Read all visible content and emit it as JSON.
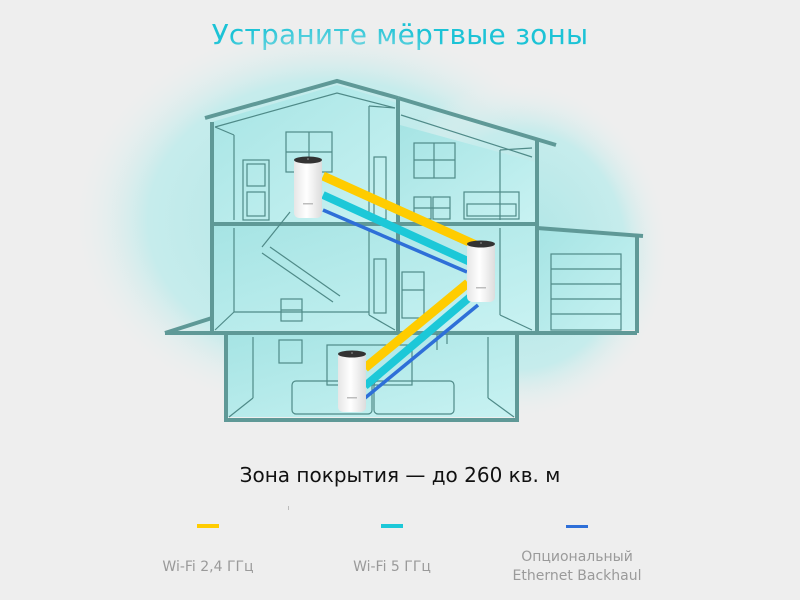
{
  "title": "Устраните мёртвые зоны",
  "coverage": "Зона покрытия — до 260 кв. м",
  "legend": [
    {
      "label": "Wi-Fi 2,4 ГГц",
      "color": "#ffcc00",
      "icon": "yellow-line"
    },
    {
      "label": "Wi-Fi 5 ГГц",
      "color": "#1cc8d8",
      "icon": "cyan-line"
    },
    {
      "label_line1": "Опциональный",
      "label_line2": "Ethernet Backhaul",
      "color": "#2e6fd8",
      "icon": "blue-line"
    }
  ],
  "colors": {
    "accent": "#1cc3d6",
    "house_outline": "#4f8a88",
    "house_fill": "#b9eaea",
    "wifi_24": "#ffcc00",
    "wifi_5": "#1cc8d8",
    "ethernet": "#2e6fd8"
  },
  "devices": [
    {
      "name": "mesh-unit-top-left",
      "brand": "tp-link"
    },
    {
      "name": "mesh-unit-middle-right",
      "brand": "tp-link"
    },
    {
      "name": "mesh-unit-bottom",
      "brand": "tp-link"
    }
  ]
}
